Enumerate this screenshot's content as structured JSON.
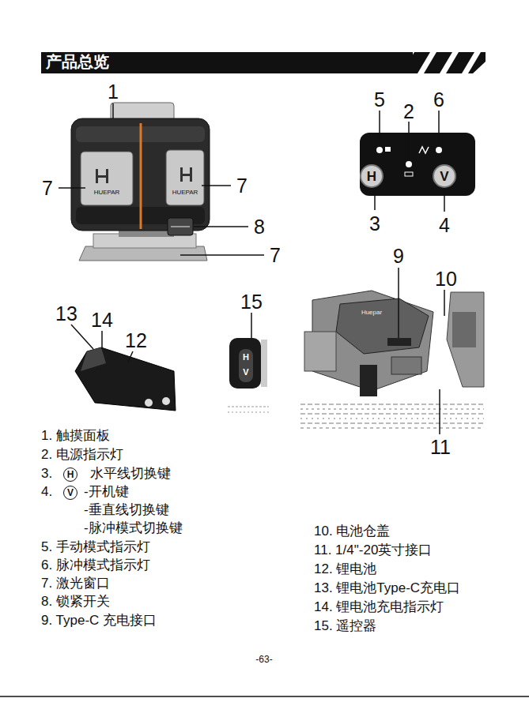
{
  "diagram": {
    "title": "产品总览",
    "nodes": [
      {
        "text": [
          "H"
        ]
      },
      {
        "text": [
          "V"
        ]
      },
      {
        "text": [
          "H"
        ]
      },
      {
        "text": [
          "V"
        ]
      }
    ],
    "labels": [
      "1",
      "5",
      "2",
      "6",
      "7",
      "7",
      "HUEPAR",
      "HUEPAR",
      "3",
      "4",
      "8",
      "7",
      "9",
      "10",
      "15",
      "13",
      "14",
      "12",
      "Huepar",
      "H",
      "V",
      "11",
      "1. 触摸面板",
      "2. 电源指示灯",
      "3.",
      "水平线切换键",
      "4.",
      "-开机键",
      "-垂直线切换键",
      "-脉冲模式切换键",
      "5. 手动模式指示灯",
      "6. 脉冲模式指示灯",
      "7. 激光窗口",
      "8. 锁紧开关",
      "9. Type-C 充电接口",
      "10. 电池仓盖",
      "11. 1/4\"-20英寸接口",
      "12. 锂电池",
      "13. 锂电池Type-C充电口",
      "14. 锂电池充电指示灯",
      "15. 遥控器",
      "-63-"
    ]
  }
}
